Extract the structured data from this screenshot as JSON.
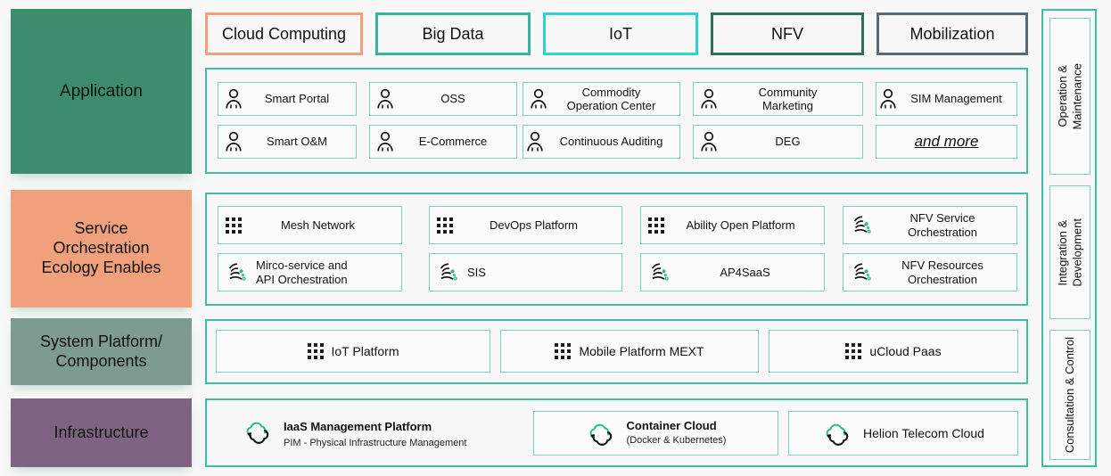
{
  "layers": [
    {
      "id": "application",
      "label": "Application",
      "color": "#3b8d6d"
    },
    {
      "id": "service-orchestration",
      "label": "Service\nOrchestration\nEcology Enables",
      "color": "#f1a07c"
    },
    {
      "id": "system-platform",
      "label": "System Platform/\nComponents",
      "color": "#7d9b90"
    },
    {
      "id": "infrastructure",
      "label": "Infrastructure",
      "color": "#7d6281"
    }
  ],
  "categories": [
    {
      "label": "Cloud Computing",
      "border": "#f0a07e"
    },
    {
      "label": "Big Data",
      "border": "#34b698"
    },
    {
      "label": "IoT",
      "border": "#2fd2d2"
    },
    {
      "label": "NFV",
      "border": "#2f6f5c"
    },
    {
      "label": "Mobilization",
      "border": "#5c6a77"
    }
  ],
  "application_items": [
    {
      "label": "Smart Portal",
      "icon": "person-icon"
    },
    {
      "label": "OSS",
      "icon": "person-icon"
    },
    {
      "label": "Commodity\nOperation Center",
      "icon": "person-icon"
    },
    {
      "label": "Community\nMarketing",
      "icon": "person-icon"
    },
    {
      "label": "SIM Management",
      "icon": "person-icon"
    },
    {
      "label": "Smart O&M",
      "icon": "person-icon"
    },
    {
      "label": "E-Commerce",
      "icon": "person-icon"
    },
    {
      "label": "Continuous Auditing",
      "icon": "person-icon"
    },
    {
      "label": "DEG",
      "icon": "person-icon"
    },
    {
      "label": "and more",
      "icon": "none",
      "style": "italic-underline"
    }
  ],
  "service_items": [
    {
      "label": "Mesh Network",
      "icon": "dots-grid-icon"
    },
    {
      "label": "DevOps Platform",
      "icon": "dots-grid-icon"
    },
    {
      "label": "Ability Open Platform",
      "icon": "dots-grid-icon"
    },
    {
      "label": "NFV Service\nOrchestration",
      "icon": "orchestration-icon"
    },
    {
      "label": "Mirco-service and\nAPI Orchestration",
      "icon": "orchestration-icon"
    },
    {
      "label": "SIS",
      "icon": "orchestration-icon"
    },
    {
      "label": "AP4SaaS",
      "icon": "orchestration-icon"
    },
    {
      "label": "NFV Resources\nOrchestration",
      "icon": "orchestration-icon"
    }
  ],
  "system_items": [
    {
      "label": "IoT Platform",
      "icon": "dots-grid-icon"
    },
    {
      "label": "Mobile Platform MEXT",
      "icon": "dots-grid-icon"
    },
    {
      "label": "uCloud Paas",
      "icon": "dots-grid-icon"
    }
  ],
  "infrastructure_items": [
    {
      "label": "IaaS Management Platform",
      "sub": "PIM - Physical Infrastructure Management",
      "icon": "cloud-cycle-icon"
    },
    {
      "label": "Container Cloud",
      "sub": "(Docker & Kubernetes)",
      "icon": "cloud-cycle-icon"
    },
    {
      "label": "Helion Telecom Cloud",
      "sub": "",
      "icon": "cloud-cycle-icon"
    }
  ],
  "rail_items": [
    {
      "label": "Operation &\nMaintenance"
    },
    {
      "label": "Integration &\nDevelopment"
    },
    {
      "label": "Consultation & Control"
    }
  ],
  "theme": {
    "panel_border": "#3fc0a3",
    "cell_border": "#7fcfbe",
    "panel_bg": "#f8f8f8",
    "page_bg": "#f7f8f7"
  }
}
